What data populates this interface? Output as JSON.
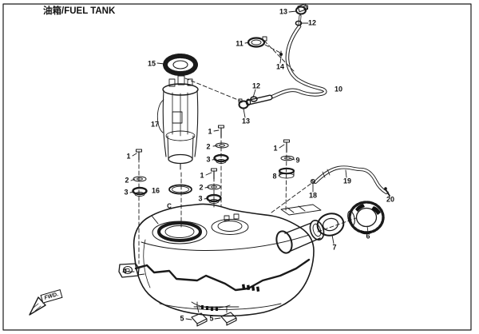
{
  "page": {
    "title": "油箱/FUEL TANK"
  },
  "direction_marker": {
    "label": "FWD."
  },
  "section_marker": {
    "label": "C"
  },
  "parts": [
    {
      "number": "15"
    },
    {
      "number": "17"
    },
    {
      "number": "13"
    },
    {
      "number": "12"
    },
    {
      "number": "11"
    },
    {
      "number": "14"
    },
    {
      "number": "12"
    },
    {
      "number": "13"
    },
    {
      "number": "10"
    },
    {
      "number": "1"
    },
    {
      "number": "2"
    },
    {
      "number": "3"
    },
    {
      "number": "1"
    },
    {
      "number": "2"
    },
    {
      "number": "3"
    },
    {
      "number": "1"
    },
    {
      "number": "2"
    },
    {
      "number": "3"
    },
    {
      "number": "16"
    },
    {
      "number": "1"
    },
    {
      "number": "9"
    },
    {
      "number": "8"
    },
    {
      "number": "18"
    },
    {
      "number": "19"
    },
    {
      "number": "20"
    },
    {
      "number": "6"
    },
    {
      "number": "7"
    },
    {
      "number": "4"
    },
    {
      "number": "5"
    },
    {
      "number": "5"
    }
  ]
}
